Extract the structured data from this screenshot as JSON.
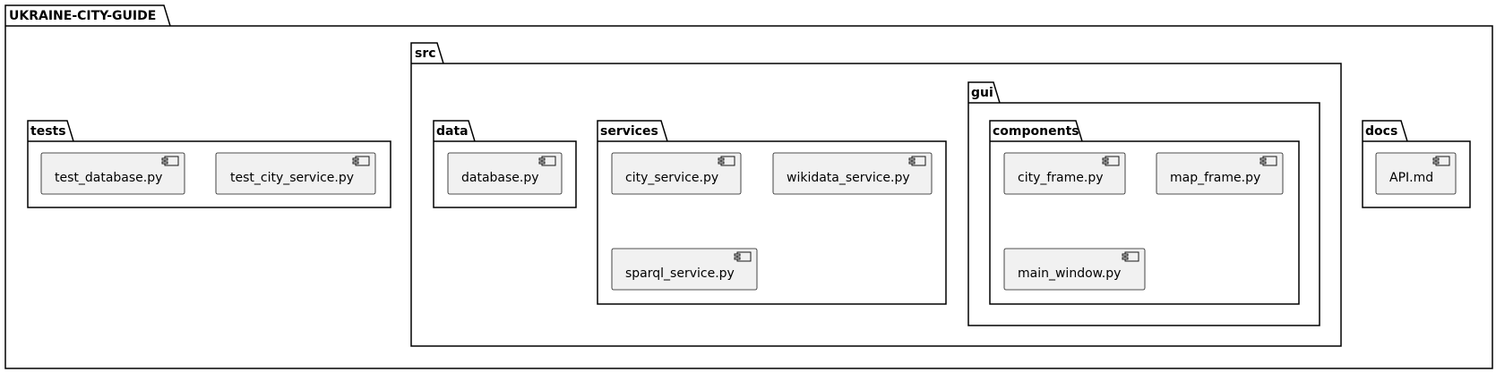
{
  "root": {
    "name": "UKRAINE-CITY-GUIDE"
  },
  "packages": {
    "tests": {
      "name": "tests",
      "components": {
        "test_city_service": "test_city_service.py",
        "test_database": "test_database.py"
      }
    },
    "src": {
      "name": "src"
    },
    "data": {
      "name": "data",
      "components": {
        "database": "database.py"
      }
    },
    "services": {
      "name": "services",
      "components": {
        "city_service": "city_service.py",
        "wikidata_service": "wikidata_service.py",
        "sparql_service": "sparql_service.py"
      }
    },
    "gui": {
      "name": "gui"
    },
    "components": {
      "name": "components",
      "components": {
        "city_frame": "city_frame.py",
        "map_frame": "map_frame.py",
        "main_window": "main_window.py"
      }
    },
    "docs": {
      "name": "docs",
      "components": {
        "api": "API.md"
      }
    }
  },
  "colors": {
    "component_fill": "#f1f1f1",
    "component_border": "#181818",
    "package_border": "#000000"
  }
}
